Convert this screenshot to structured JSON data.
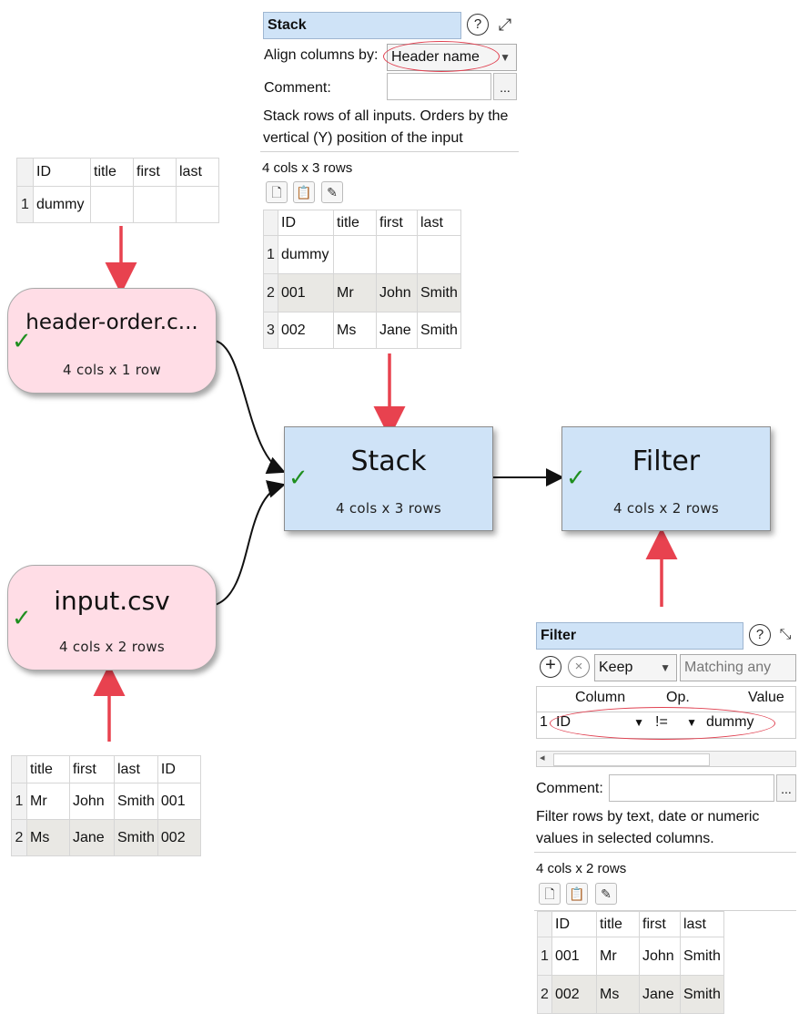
{
  "top_left_table": {
    "columns": [
      "ID",
      "title",
      "first",
      "last"
    ],
    "rows": [
      {
        "n": "1",
        "cells": [
          "dummy",
          "",
          "",
          ""
        ]
      }
    ]
  },
  "bottom_left_table": {
    "columns": [
      "title",
      "first",
      "last",
      "ID"
    ],
    "rows": [
      {
        "n": "1",
        "cells": [
          "Mr",
          "John",
          "Smith",
          "001"
        ]
      },
      {
        "n": "2",
        "cells": [
          "Ms",
          "Jane",
          "Smith",
          "002"
        ]
      }
    ]
  },
  "nodes": {
    "header_order": {
      "title": "header-order.c...",
      "sub": "4 cols x 1 row"
    },
    "input_csv": {
      "title": "input.csv",
      "sub": "4 cols x 2 rows"
    },
    "stack": {
      "title": "Stack",
      "sub": "4 cols x 3 rows"
    },
    "filter": {
      "title": "Filter",
      "sub": "4 cols x 2 rows"
    }
  },
  "stack_panel": {
    "title": "Stack",
    "help_icon": "?",
    "align_label": "Align columns by:",
    "align_value": "Header name",
    "comment_label": "Comment:",
    "more_button": "...",
    "description_line1": "Stack rows of all inputs. Orders by the",
    "description_line2": "vertical (Y) position of the input",
    "size": "4 cols x 3 rows",
    "table": {
      "columns": [
        "ID",
        "title",
        "first",
        "last"
      ],
      "rows": [
        {
          "n": "1",
          "cells": [
            "dummy",
            "",
            "",
            ""
          ]
        },
        {
          "n": "2",
          "cells": [
            "001",
            "Mr",
            "John",
            "Smith"
          ]
        },
        {
          "n": "3",
          "cells": [
            "002",
            "Ms",
            "Jane",
            "Smith"
          ]
        }
      ]
    }
  },
  "filter_panel": {
    "title": "Filter",
    "help_icon": "?",
    "keep_value": "Keep",
    "matching_value": "Matching any",
    "col_header_column": "Column",
    "col_header_op": "Op.",
    "col_header_value": "Value",
    "rule_row_num": "1",
    "rule_column": "ID",
    "rule_op": "!=",
    "rule_value": "dummy",
    "comment_label": "Comment:",
    "more_button": "...",
    "description_line1": "Filter rows by text, date or numeric",
    "description_line2": "values in selected columns.",
    "size": "4 cols x 2 rows",
    "table": {
      "columns": [
        "ID",
        "title",
        "first",
        "last"
      ],
      "rows": [
        {
          "n": "1",
          "cells": [
            "001",
            "Mr",
            "John",
            "Smith"
          ]
        },
        {
          "n": "2",
          "cells": [
            "002",
            "Ms",
            "Jane",
            "Smith"
          ]
        }
      ]
    }
  },
  "colors": {
    "input_node": "#ffdde6",
    "transform_node": "#cfe3f7",
    "annotation_arrow": "#e8424f",
    "check": "#1f8f1f"
  },
  "icons": [
    "help-icon",
    "expand-icon",
    "new-document-icon",
    "clipboard-icon",
    "pencil-icon",
    "add-icon",
    "remove-icon",
    "dropdown-arrow-icon",
    "checkmark-icon"
  ]
}
